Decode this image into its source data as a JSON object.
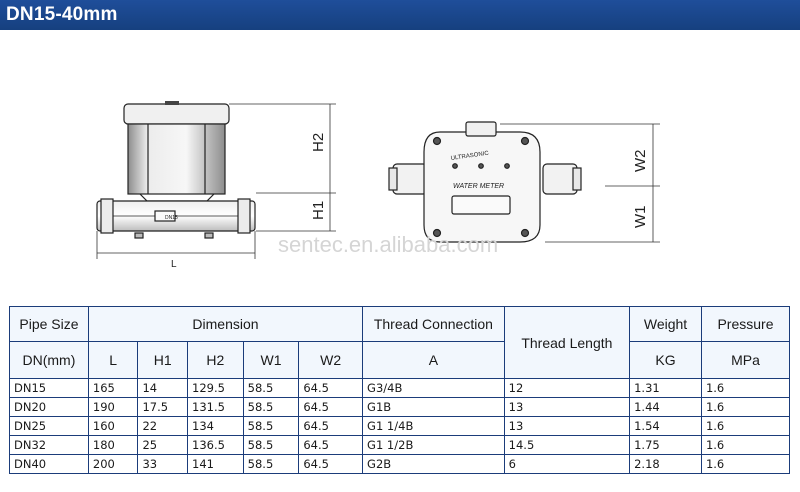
{
  "title": "DN15-40mm",
  "watermark": "sentec.en.alibaba.com",
  "drawing": {
    "side_dims": {
      "h2": "H2",
      "h1": "H1",
      "l": "L"
    },
    "top_dims": {
      "w2": "W2",
      "w1": "W1"
    },
    "body_text": {
      "line1": "ULTRASONIC",
      "line2": "WATER METER"
    },
    "flow_label": "DN15"
  },
  "table": {
    "headers": {
      "pipe_size": "Pipe Size",
      "dn_mm": "DN(mm)",
      "dimension": "Dimension",
      "sub": [
        "L",
        "H1",
        "H2",
        "W1",
        "W2"
      ],
      "thread_connection": "Thread Connection",
      "thread_connection_sub": "A",
      "thread_length": "Thread Length",
      "weight": "Weight",
      "weight_unit": "KG",
      "pressure": "Pressure",
      "pressure_unit": "MPa"
    },
    "rows": [
      [
        "DN15",
        "165",
        "14",
        "129.5",
        "58.5",
        "64.5",
        "G3/4B",
        "12",
        "1.31",
        "1.6"
      ],
      [
        "DN20",
        "190",
        "17.5",
        "131.5",
        "58.5",
        "64.5",
        "G1B",
        "13",
        "1.44",
        "1.6"
      ],
      [
        "DN25",
        "160",
        "22",
        "134",
        "58.5",
        "64.5",
        "G1 1/4B",
        "13",
        "1.54",
        "1.6"
      ],
      [
        "DN32",
        "180",
        "25",
        "136.5",
        "58.5",
        "64.5",
        "G1 1/2B",
        "14.5",
        "1.75",
        "1.6"
      ],
      [
        "DN40",
        "200",
        "33",
        "141",
        "58.5",
        "64.5",
        "G2B",
        "6",
        "2.18",
        "1.6"
      ]
    ]
  }
}
